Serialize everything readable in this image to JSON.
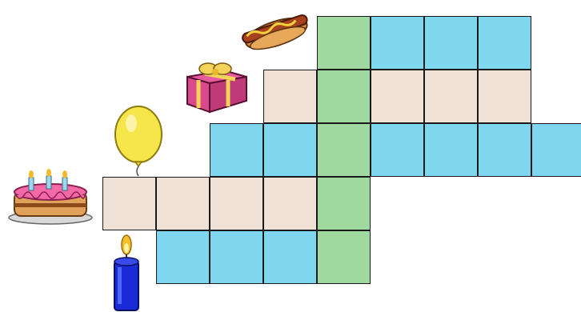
{
  "puzzle": {
    "type": "picture-clue crossword",
    "colors": {
      "across": "#7fd6ef",
      "across_alt": "#efe1d6",
      "down": "#9fd99f",
      "grid_line": "#1a1a1a"
    },
    "clues": [
      {
        "icon": "hot-dog-icon",
        "word_length": 4,
        "color_key": "across"
      },
      {
        "icon": "gift-box-icon",
        "word_length": 5,
        "color_key": "across_alt"
      },
      {
        "icon": "balloon-icon",
        "word_length": 7,
        "color_key": "across"
      },
      {
        "icon": "birthday-cake-icon",
        "word_length": 5,
        "color_key": "across_alt"
      },
      {
        "icon": "candle-icon",
        "word_length": 4,
        "color_key": "across"
      }
    ],
    "mystery_word": {
      "word_length": 5,
      "color_key": "down"
    }
  }
}
